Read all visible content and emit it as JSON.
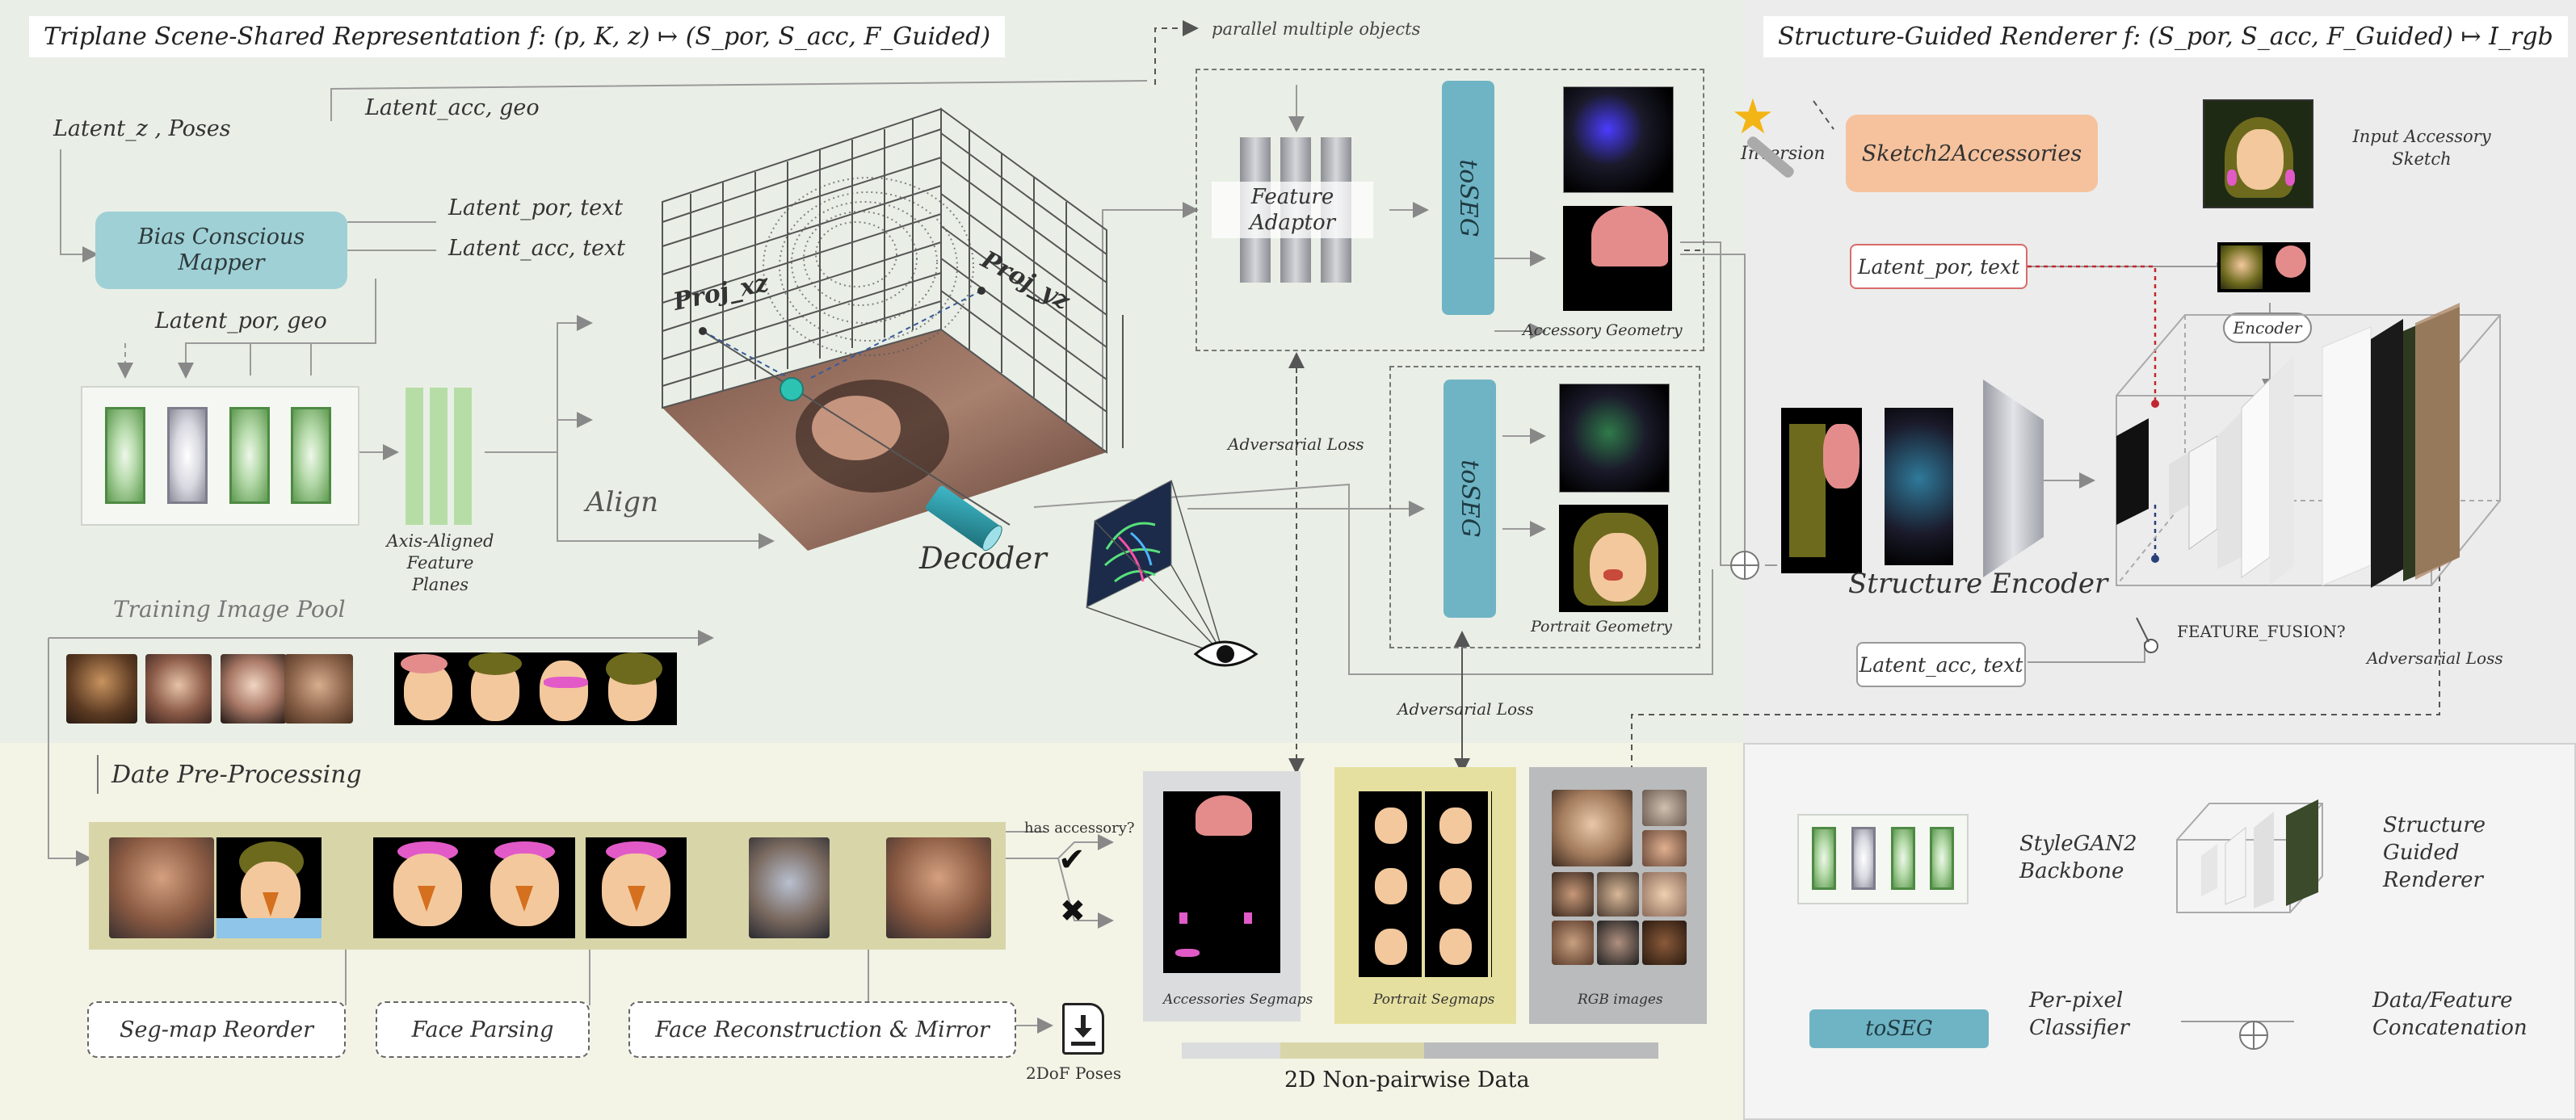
{
  "titles": {
    "triplane": "Triplane Scene-Shared Representation f: (p, K, z) ↦ (S_por, S_acc, F_Guided)",
    "renderer": "Structure-Guided Renderer f: (S_por, S_acc, F_Guided) ↦ I_rgb"
  },
  "latents": {
    "z_poses": "Latent_z , Poses",
    "acc_geo": "Latent_acc, geo",
    "por_text": "Latent_por, text",
    "acc_text": "Latent_acc, text",
    "por_geo": "Latent_por, geo",
    "renderer_por_text": "Latent_por, text",
    "renderer_acc_text": "Latent_acc, text"
  },
  "modules": {
    "bias_mapper": "Bias Conscious Mapper",
    "axis_aligned": "Axis-Aligned Feature Planes",
    "align": "Align",
    "decoder": "Decoder",
    "proj_xz": "Proj_xz",
    "proj_yz": "Proj_yz",
    "feature_adaptor": "Feature Adaptor",
    "toseg_top": "toSEG",
    "toseg_bottom": "toSEG",
    "accessory_geometry": "Accessory Geometry",
    "portrait_geometry": "Portrait Geometry",
    "parallel_objects": "parallel multiple objects",
    "adversarial_loss_1": "Adversarial Loss",
    "adversarial_loss_2": "Adversarial Loss",
    "adversarial_loss_3": "Adversarial Loss",
    "training_pool": "Training Image Pool",
    "inversion": "Inversion",
    "sketch2acc": "Sketch2Accessories",
    "input_sketch": "Input Accessory Sketch",
    "encoder": "Encoder",
    "structure_encoder": "Structure Encoder",
    "feature_fusion": "FEATURE_FUSION?"
  },
  "preprocessing": {
    "title": "Date Pre-Processing",
    "has_accessory": "has accessory?",
    "check": "✔",
    "cross": "✖",
    "seg_reorder": "Seg-map Reorder",
    "face_parsing": "Face Parsing",
    "face_recon": "Face Reconstruction & Mirror",
    "dof_poses": "2DoF Poses"
  },
  "data_panels": {
    "accessories": "Accessories Segmaps",
    "portrait": "Portrait Segmaps",
    "rgb": "RGB images",
    "nonpairwise": "2D Non-pairwise Data"
  },
  "legend": {
    "stylegan": "StyleGAN2 Backbone",
    "sgr": "Structure Guided Renderer",
    "toseg": "toSEG",
    "per_pixel": "Per-pixel Classifier",
    "concat": "Data/Feature Concatenation"
  },
  "colors": {
    "triplane_bg": "#e9efe6",
    "renderer_bg": "#ececec",
    "preproc_bg": "#f3f4e6",
    "mapper": "#9fd0d6",
    "toseg": "#6fb4c4",
    "sketch": "#f5c29d",
    "pool_bar": "#d8d6a8"
  }
}
